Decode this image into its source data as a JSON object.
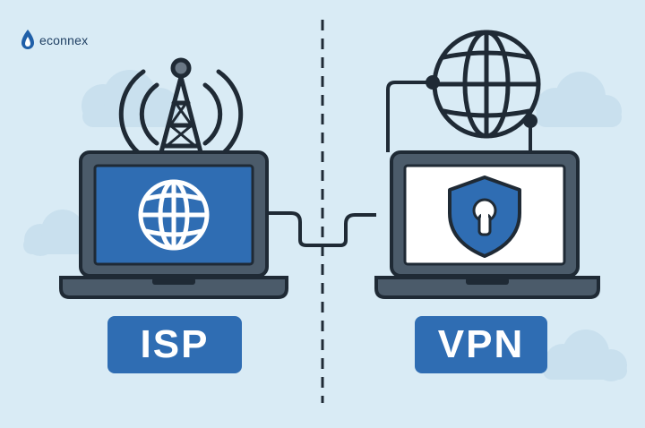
{
  "brand": {
    "name": "econnex",
    "icon": "flame-drop-icon"
  },
  "left_panel": {
    "label": "ISP",
    "screen_icon": "globe-icon",
    "top_icon": "radio-tower-icon"
  },
  "right_panel": {
    "label": "VPN",
    "screen_icon": "shield-lock-icon",
    "top_icon": "globe-network-icon"
  },
  "colors": {
    "background": "#d9ebf5",
    "outline": "#1f2a35",
    "laptop_body": "#4b5b6a",
    "isp_screen": "#2f6db3",
    "vpn_screen": "#ffffff",
    "shield": "#2f6db3",
    "label_bg": "#2f6db3",
    "cloud": "#c9e0ee"
  }
}
